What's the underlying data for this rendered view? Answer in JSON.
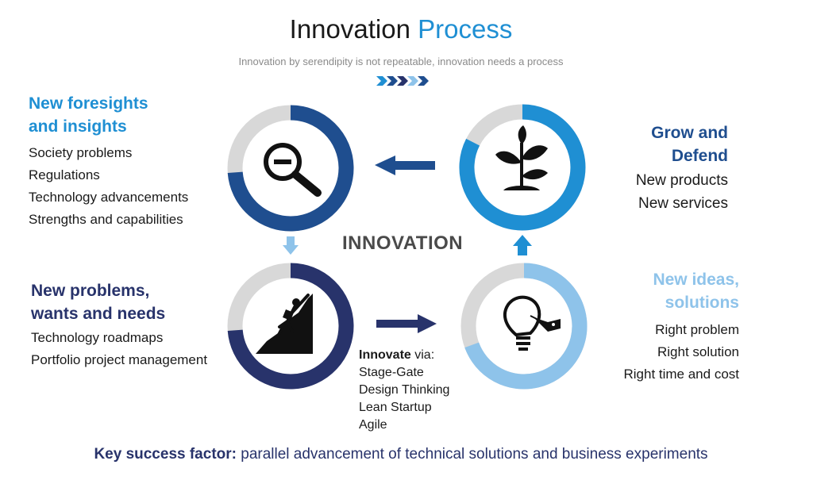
{
  "header": {
    "title_main": "Innovation ",
    "title_accent": "Process",
    "subtitle": "Innovation by serendipity is not repeatable, innovation needs a process"
  },
  "center_label": "INNOVATION",
  "quadrants": {
    "foresights": {
      "heading_line1": "New foresights",
      "heading_line2": "and insights",
      "items": [
        "Society problems",
        "Regulations",
        "Technology advancements",
        "Strengths and capabilities"
      ]
    },
    "grow": {
      "heading_line1": "Grow and",
      "heading_line2": "Defend",
      "items": [
        "New products",
        "New services"
      ]
    },
    "problems": {
      "heading_line1": "New problems,",
      "heading_line2": "wants and needs",
      "items": [
        "Technology roadmaps",
        "Portfolio project management"
      ]
    },
    "ideas": {
      "heading_line1": "New ideas,",
      "heading_line2": "solutions",
      "items": [
        "Right problem",
        "Right solution",
        "Right time and cost"
      ]
    }
  },
  "innovate_via": {
    "bold": "Innovate",
    "rest": " via:",
    "items": [
      "Stage-Gate",
      "Design Thinking",
      "Lean Startup",
      "Agile"
    ]
  },
  "key_factor": {
    "bold": "Key success factor:",
    "rest": " parallel advancement of technical solutions and business experiments"
  },
  "colors": {
    "gray": "#d8d8d8",
    "dark_blue": "#1f4e8f",
    "bright_blue": "#1f8fd3",
    "navy": "#28336b",
    "light_blue": "#8ec3ea"
  },
  "icons": [
    "magnifier-icon",
    "plant-icon",
    "climber-icon",
    "lightbulb-icon"
  ]
}
